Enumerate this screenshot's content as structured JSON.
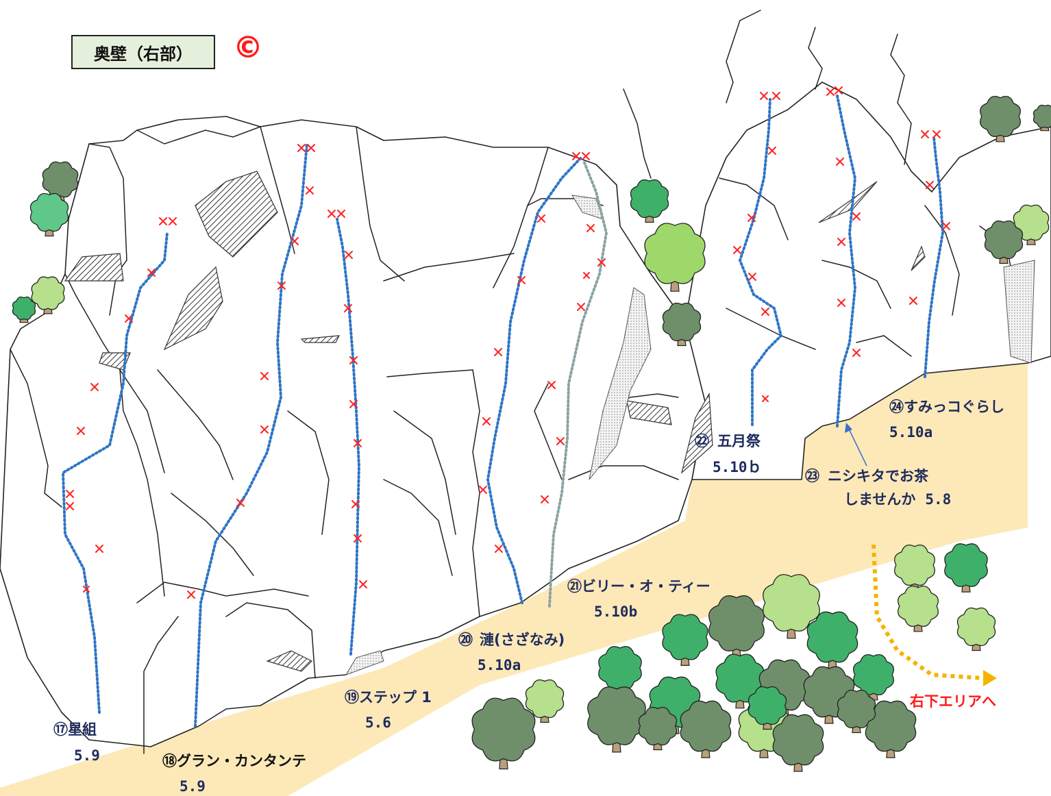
{
  "title": "奥壁（右部）",
  "area_mark": "©",
  "direction_label": "右下エリアへ",
  "colors": {
    "route_line": "#2e75c6",
    "bolt_mark": "#ff2222",
    "ground": "#fde9b8",
    "title_bg": "#e5f0dc",
    "direction": "#ff1a1a",
    "route_label": "#1f2b5e"
  },
  "routes": [
    {
      "number": "⑰",
      "name": "星組",
      "grade": "5.9"
    },
    {
      "number": "⑱",
      "name": "グラン・カンタンテ",
      "grade": "5.9"
    },
    {
      "number": "⑲",
      "name": "ステップ 1",
      "grade": "5.6"
    },
    {
      "number": "⑳",
      "name": "漣(さざなみ)",
      "grade": "5.10a"
    },
    {
      "number": "㉑",
      "name": "ビリー・オ・ティー",
      "grade": "5.10b"
    },
    {
      "number": "㉒",
      "name": "五月祭",
      "grade": "5.10ｂ"
    },
    {
      "number": "㉓",
      "name": "ニシキタでお茶",
      "name2": "しませんか",
      "grade": "5.8"
    },
    {
      "number": "㉔",
      "name": "すみっコぐらし",
      "grade": "5.10a"
    }
  ],
  "icons": {
    "bolt": "bolt-x-icon",
    "tree": "tree-icon",
    "arrow": "direction-arrow-icon"
  }
}
